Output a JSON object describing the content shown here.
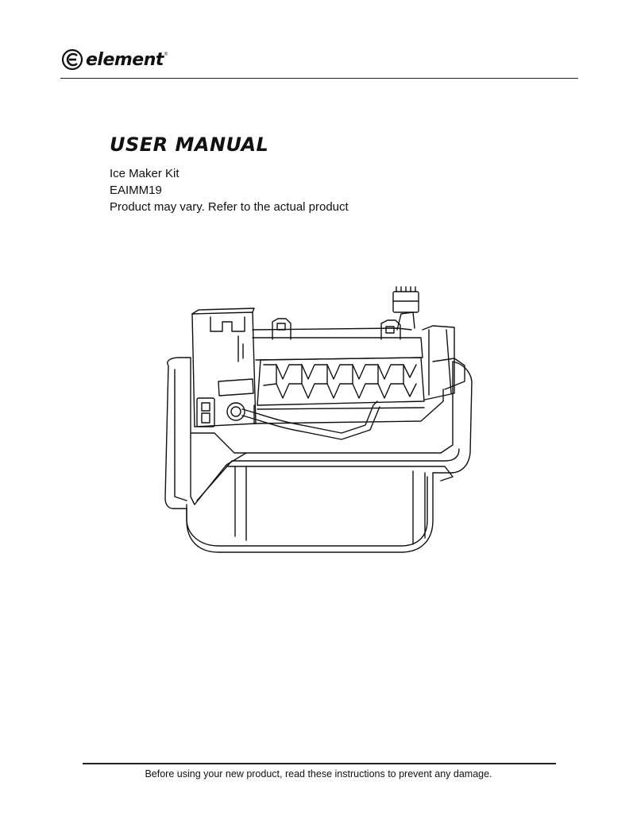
{
  "header": {
    "brand_name": "element",
    "brand_icon": "element-logo-icon"
  },
  "cover": {
    "title": "USER MANUAL",
    "product_name": "Ice Maker Kit",
    "model_number": "EAIMM19",
    "disclaimer": "Product may vary. Refer to the actual product"
  },
  "illustration": {
    "icon": "ice-maker-illustration"
  },
  "footer": {
    "notice": "Before using your new product, read these instructions to prevent any damage."
  }
}
